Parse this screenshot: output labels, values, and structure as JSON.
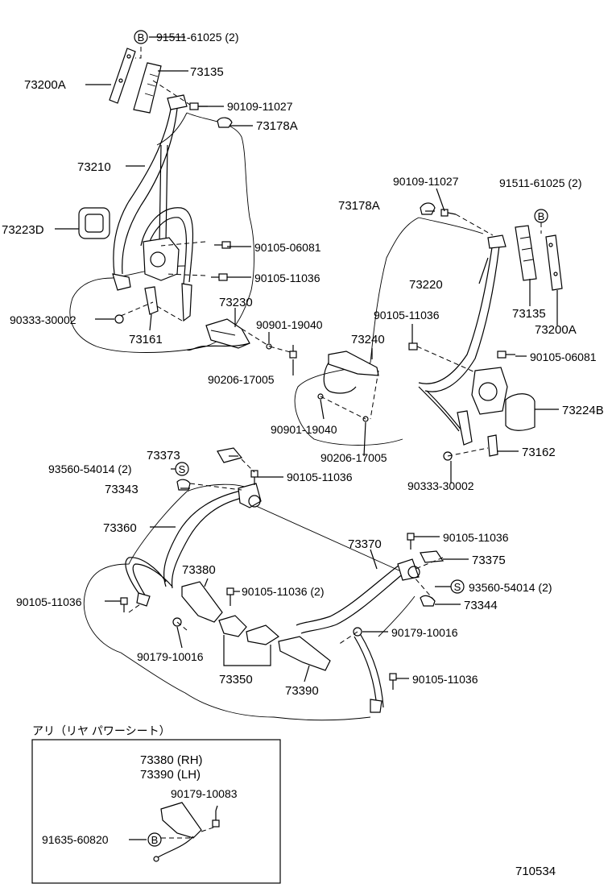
{
  "labels": {
    "front_left": {
      "bolt_b_top": "91511-61025 (2)",
      "anchor_cover": "73200A",
      "slide_cover": "73135",
      "bolt_upper": "90109-11027",
      "guide": "73178A",
      "belt_assy": "73210",
      "retractor_cover": "73223D",
      "bolt_retractor": "90105-06081",
      "bolt_lower": "90105-11036",
      "clip": "90333-30002",
      "bracket": "73161",
      "buckle": "73230",
      "harness_clip": "90901-19040",
      "bolt_buckle": "90206-17005"
    },
    "front_right": {
      "bolt_upper": "90109-11027",
      "bolt_b_top": "91511-61025 (2)",
      "guide": "73178A",
      "belt_assy": "73220",
      "slide_cover": "73135",
      "anchor_cover": "73200A",
      "bolt_lower": "90105-11036",
      "buckle": "73240",
      "bolt_retractor": "90105-06081",
      "retractor_cover": "73224B",
      "harness_clip": "90901-19040",
      "bolt_buckle": "90206-17005",
      "bracket": "73162",
      "clip": "90333-30002"
    },
    "rear": {
      "cover_left": "73373",
      "screw_s_left": "93560-54014 (2)",
      "bushing_left": "73343",
      "bolt_top_left": "90105-11036",
      "belt_left": "73360",
      "belt_right": "73370",
      "bolt_top_right": "90105-11036",
      "cover_right": "73375",
      "screw_s_right": "93560-54014 (2)",
      "bushing_right": "73344",
      "buckle_rh": "73380",
      "bolt_center": "90105-11036 (2)",
      "bolt_side_left": "90105-11036",
      "nut_left": "90179-10016",
      "nut_right": "90179-10016",
      "center_buckle": "73350",
      "buckle_lh": "73390",
      "bolt_side_right": "90105-11036"
    },
    "inset": {
      "title": "アリ（リヤ パワーシート）",
      "buckle_rh": "73380 (RH)",
      "buckle_lh": "73390 (LH)",
      "nut": "90179-10083",
      "bolt": "91635-60820"
    },
    "markers": {
      "b": "B",
      "s": "S"
    },
    "diagram_id": "710534"
  }
}
